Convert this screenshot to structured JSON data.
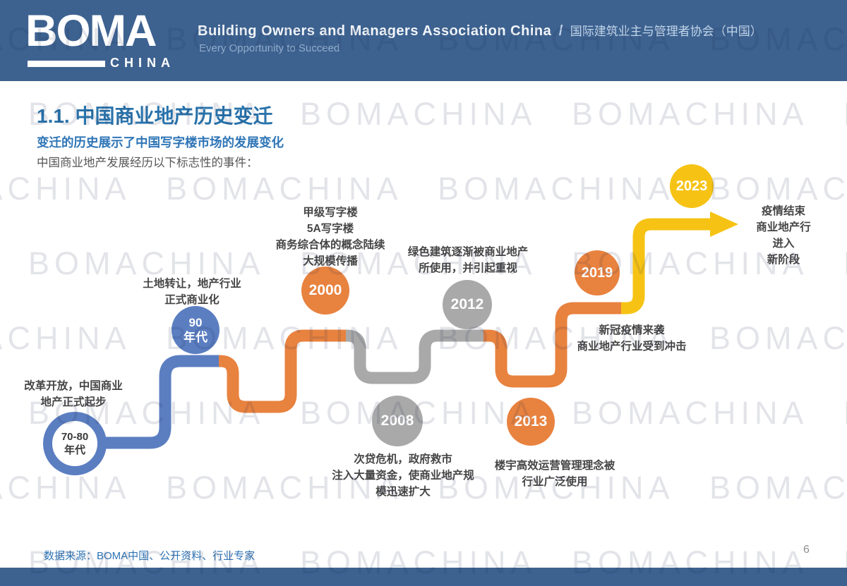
{
  "header": {
    "logo_main": "BOMA",
    "logo_sub": "CHINA",
    "org_en": "Building Owners and Managers Association China",
    "org_sep": "/",
    "org_cn": "国际建筑业主与管理者协会（中国）",
    "tagline": "Every Opportunity to Succeed"
  },
  "slide": {
    "title": "1.1. 中国商业地产历史变迁",
    "subtitle": "变迁的历史展示了中国写字楼市场的发展变化",
    "intro": "中国商业地产发展经历以下标志性的事件："
  },
  "timeline": {
    "nodes": [
      {
        "id": "70-80",
        "label": "70-80\n年代",
        "era_note": "改革开放，中国商业\n地产正式起步"
      },
      {
        "id": "90",
        "label": "90\n年代",
        "era_note": "土地转让，地产行业\n正式商业化"
      },
      {
        "id": "2000",
        "label": "2000",
        "era_note": "甲级写字楼\n5A写字楼\n商务综合体的概念陆续\n大规模传播"
      },
      {
        "id": "2008",
        "label": "2008",
        "era_note": "次贷危机，政府救市\n注入大量资金，使商业地产规\n模迅速扩大"
      },
      {
        "id": "2012",
        "label": "2012",
        "era_note": "绿色建筑逐渐被商业地产\n所使用，并引起重视"
      },
      {
        "id": "2013",
        "label": "2013",
        "era_note": "楼宇高效运营管理理念被\n行业广泛使用"
      },
      {
        "id": "2019",
        "label": "2019",
        "era_note": "新冠疫情来袭\n商业地产行业受到冲击"
      },
      {
        "id": "2023",
        "label": "2023",
        "era_note": "疫情结束\n商业地产行进入\n新阶段"
      }
    ]
  },
  "footer": {
    "source": "数据来源：BOMA中国、公开资料、行业专家",
    "page_number": "6"
  },
  "watermark": {
    "text": "BOMACHINA"
  },
  "colors": {
    "header_bg": "#3d6290",
    "blue": "#5b7ec1",
    "orange": "#e8823f",
    "gray": "#a9a9a9",
    "yellow": "#f6c315",
    "title_blue": "#2973ab",
    "subtitle_blue": "#2e75b6"
  }
}
